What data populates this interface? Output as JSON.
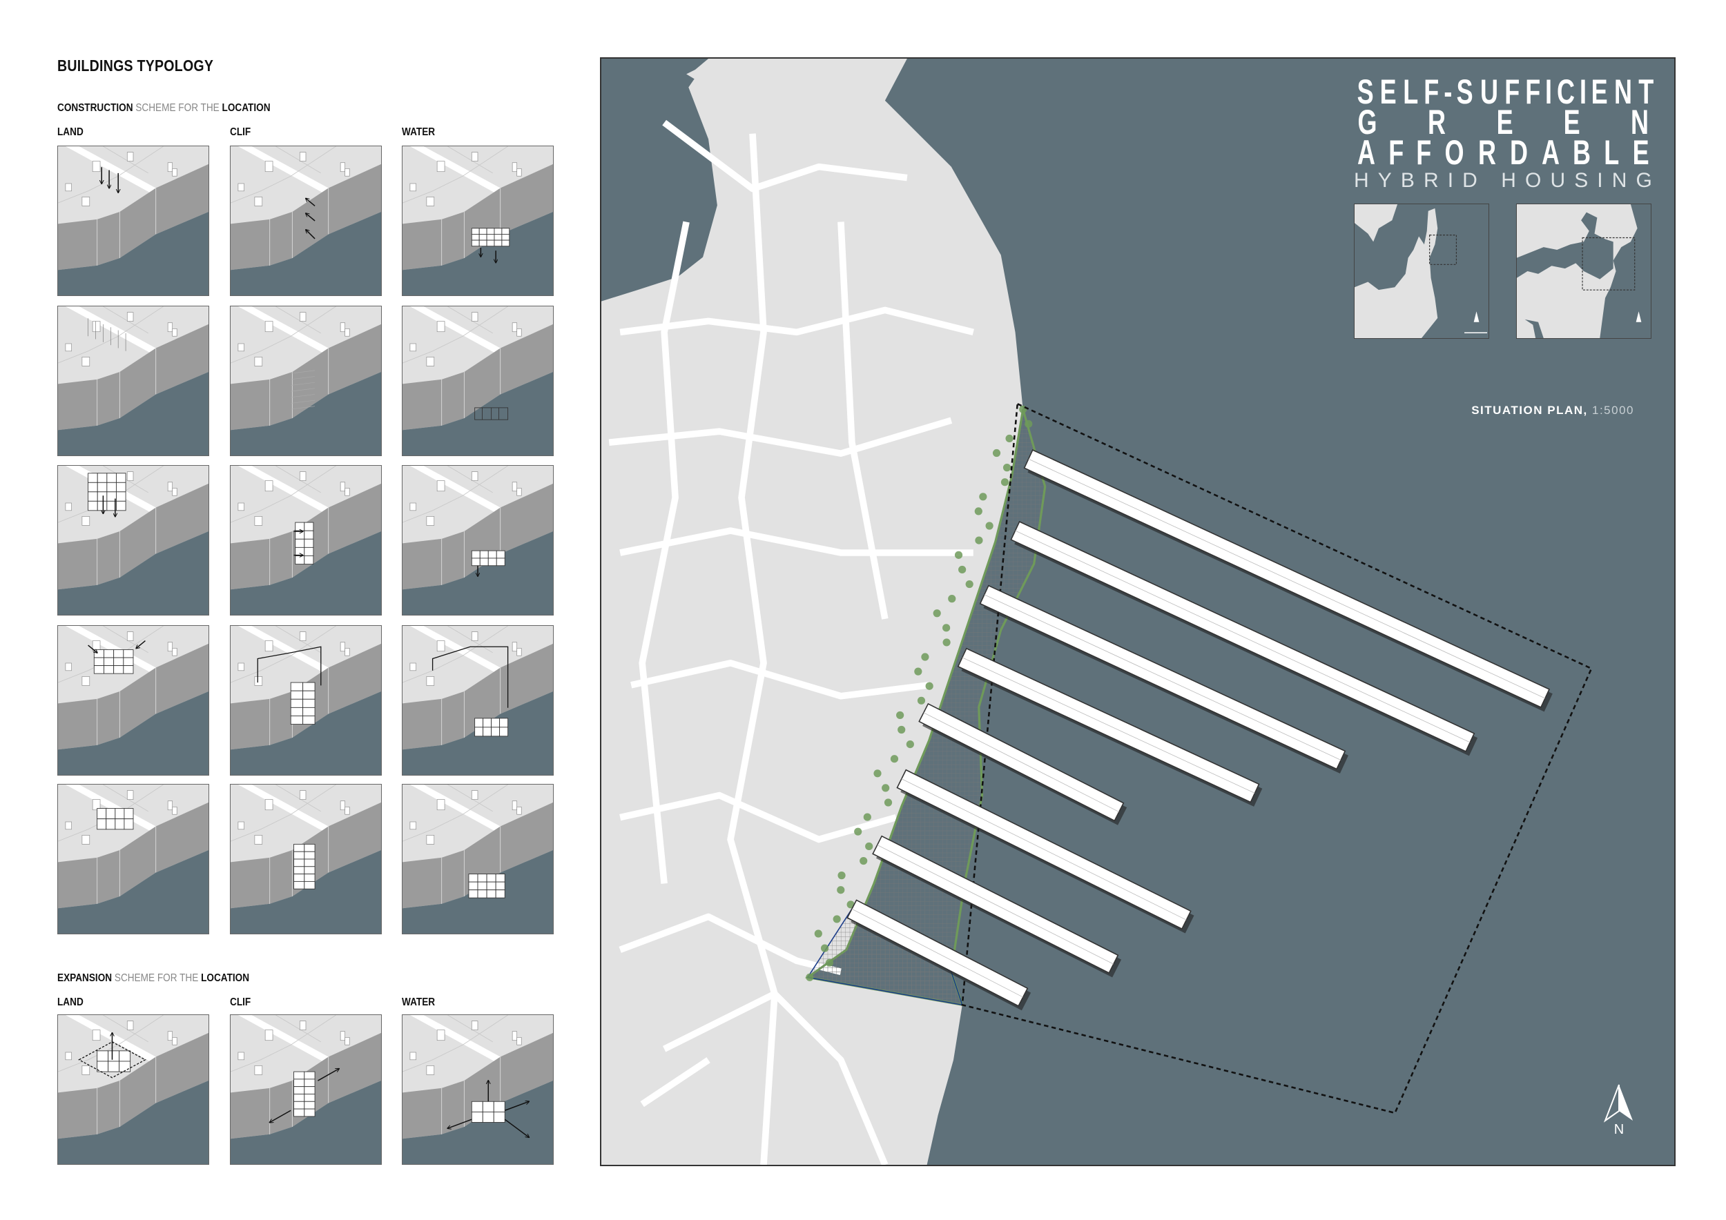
{
  "left": {
    "heading": "BUILDINGS TYPOLOGY",
    "construction": {
      "bold1": "CONSTRUCTION",
      "thin": "SCHEME FOR THE",
      "bold2": "LOCATION"
    },
    "expansion": {
      "bold1": "EXPANSION",
      "thin": "SCHEME FOR THE",
      "bold2": "LOCATION"
    },
    "columns": [
      "LAND",
      "CLIF",
      "WATER"
    ]
  },
  "title": {
    "line1": "SELF-SUFFICIENT",
    "line2": "GREEN",
    "line3": "AFFORDABLE",
    "subtitle": "HYBRID HOUSING"
  },
  "situation": {
    "label": "SITUATION PLAN,",
    "scale": "1:5000"
  },
  "north_label": "N",
  "colors": {
    "water": "#5f717a",
    "land": "#e2e2e2",
    "cliff": "#9b9b9b",
    "green": "#6f9a5a"
  }
}
